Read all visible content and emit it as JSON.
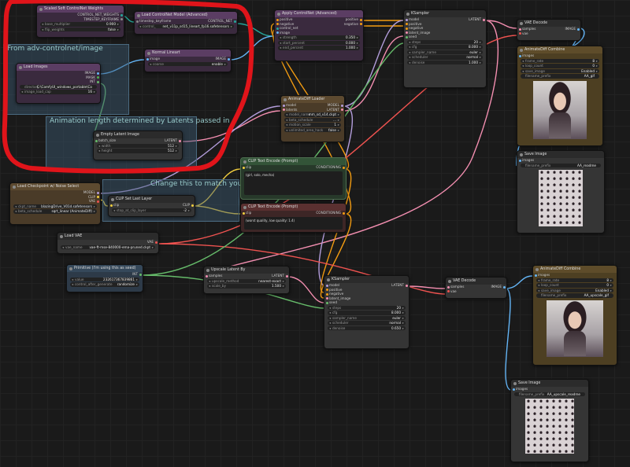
{
  "groups": {
    "controlnet": "From adv-controlnet/image",
    "animation_length": "Animation length determined by Latents passed in",
    "model": "Change this to match your model reqs"
  },
  "nodes": {
    "scaled_soft": {
      "title": "Scaled Soft ControlNet Weights",
      "outputs": [
        "CONTROL_NET_WEIGHTS",
        "TIMESTEP_KEYFRAME"
      ],
      "widgets": [
        {
          "k": "base_multiplier",
          "v": "0.900"
        },
        {
          "k": "flip_weights",
          "v": "false"
        }
      ]
    },
    "load_cn": {
      "title": "Load ControlNet Model (Advanced)",
      "inputs": [
        "timestep_keyframe"
      ],
      "outputs": [
        "CONTROL_NET"
      ],
      "widgets": [
        {
          "k": "control_",
          "v": "net_v11p_sd15_lineart_fp16.safetensors"
        }
      ]
    },
    "apply_cn": {
      "title": "Apply ControlNet (Advanced)",
      "inputs": [
        "positive",
        "negative",
        "control_net",
        "image"
      ],
      "outputs": [
        "positive",
        "negative"
      ],
      "widgets": [
        {
          "k": "strength",
          "v": "0.350"
        },
        {
          "k": "start_percent",
          "v": "0.000"
        },
        {
          "k": "end_percent",
          "v": "1.000"
        }
      ]
    },
    "ksampler1": {
      "title": "KSampler",
      "inputs": [
        "model",
        "positive",
        "negative",
        "latent_image",
        "seed"
      ],
      "outputs": [
        "LATENT"
      ],
      "widgets": [
        {
          "k": "steps",
          "v": "20"
        },
        {
          "k": "cfg",
          "v": "8.000"
        },
        {
          "k": "sampler_name",
          "v": "euler"
        },
        {
          "k": "scheduler",
          "v": "normal"
        },
        {
          "k": "denoise",
          "v": "1.000"
        }
      ]
    },
    "vae_decode1": {
      "title": "VAE Decode",
      "inputs": [
        "samples",
        "vae"
      ],
      "outputs": [
        "IMAGE"
      ]
    },
    "combine1": {
      "title": "AnimateDiff Combine",
      "inputs": [
        "images"
      ],
      "widgets": [
        {
          "k": "frame_rate",
          "v": "8"
        },
        {
          "k": "loop_count",
          "v": "0"
        },
        {
          "k": "save_image",
          "v": "Enabled"
        },
        {
          "k": "filename_prefix",
          "v": "AA_gif"
        }
      ]
    },
    "load_images": {
      "title": "Load Images",
      "outputs": [
        "IMAGE",
        "MASK",
        "INT"
      ],
      "widgets": [
        {
          "k": "directory",
          "v": "C:\\ComfyUI_windows_portable\\Co"
        },
        {
          "k": "image_load_cap",
          "v": "16"
        }
      ]
    },
    "normal_lineart": {
      "title": "Normal Lineart",
      "inputs": [
        "image"
      ],
      "outputs": [
        "IMAGE"
      ],
      "widgets": [
        {
          "k": "coarse",
          "v": "enable"
        }
      ]
    },
    "animatediff_loader": {
      "title": "AnimateDiff Loader",
      "inputs": [
        "model",
        "latents"
      ],
      "outputs": [
        "MODEL",
        "LATENT"
      ],
      "widgets": [
        {
          "k": "model_name",
          "v": "mm_sd_v14.ckpt"
        },
        {
          "k": "beta_schedule",
          "v": "…"
        },
        {
          "k": "motion_scale",
          "v": "1"
        },
        {
          "k": "unlimited_area_hack",
          "v": "false"
        }
      ]
    },
    "empty_latent": {
      "title": "Empty Latent Image",
      "inputs": [
        "batch_size"
      ],
      "outputs": [
        "LATENT"
      ],
      "widgets": [
        {
          "k": "width",
          "v": "512"
        },
        {
          "k": "height",
          "v": "512"
        }
      ]
    },
    "save_image1": {
      "title": "Save Image",
      "inputs": [
        "images"
      ],
      "widgets": [
        {
          "k": "filename_prefix",
          "v": "AA_readme"
        }
      ]
    },
    "clip_pos": {
      "title": "CLIP Text Encode (Prompt)",
      "inputs": [
        "clip"
      ],
      "outputs": [
        "CONDITIONING"
      ],
      "text": "(girl, solo, mecha)"
    },
    "load_ckpt": {
      "title": "Load Checkpoint w/ Noise Select",
      "outputs": [
        "MODEL",
        "CLIP",
        "VAE"
      ],
      "widgets": [
        {
          "k": "ckpt_name",
          "v": "blazingDrive_V01d.safetensors"
        },
        {
          "k": "beta_schedule",
          "v": "sqrt_linear (AnimateDiff)"
        }
      ]
    },
    "clip_last": {
      "title": "CLIP Set Last Layer",
      "inputs": [
        "clip"
      ],
      "outputs": [
        "CLIP"
      ],
      "widgets": [
        {
          "k": "stop_at_clip_layer",
          "v": "-2"
        }
      ]
    },
    "clip_neg": {
      "title": "CLIP Text Encode (Prompt)",
      "inputs": [
        "clip"
      ],
      "outputs": [
        "CONDITIONING"
      ],
      "text": "(worst quality, low quality: 1.4)"
    },
    "load_vae": {
      "title": "Load VAE",
      "outputs": [
        "VAE"
      ],
      "widgets": [
        {
          "k": "vae_name",
          "v": "vae-ft-mse-840000-ema-pruned.ckpt"
        }
      ]
    },
    "primitive": {
      "title": "Primitive (I'm using this as seed)",
      "outputs": [
        "INT"
      ],
      "widgets": [
        {
          "k": "value",
          "v": "232617367839861"
        },
        {
          "k": "control_after_generate",
          "v": "randomize"
        }
      ]
    },
    "upscale_latent": {
      "title": "Upscale Latent By",
      "inputs": [
        "samples"
      ],
      "outputs": [
        "LATENT"
      ],
      "widgets": [
        {
          "k": "upscale_method",
          "v": "nearest-exact"
        },
        {
          "k": "scale_by",
          "v": "1.500"
        }
      ]
    },
    "ksampler2": {
      "title": "KSampler",
      "inputs": [
        "model",
        "positive",
        "negative",
        "latent_image",
        "seed"
      ],
      "outputs": [
        "LATENT"
      ],
      "widgets": [
        {
          "k": "steps",
          "v": "20"
        },
        {
          "k": "cfg",
          "v": "8.000"
        },
        {
          "k": "sampler_name",
          "v": "euler"
        },
        {
          "k": "scheduler",
          "v": "normal"
        },
        {
          "k": "denoise",
          "v": "0.650"
        }
      ]
    },
    "vae_decode2": {
      "title": "VAE Decode",
      "inputs": [
        "samples",
        "vae"
      ],
      "outputs": [
        "IMAGE"
      ]
    },
    "combine2": {
      "title": "AnimateDiff Combine",
      "inputs": [
        "images"
      ],
      "widgets": [
        {
          "k": "frame_rate",
          "v": "8"
        },
        {
          "k": "loop_count",
          "v": "0"
        },
        {
          "k": "save_image",
          "v": "Enabled"
        },
        {
          "k": "filename_prefix",
          "v": "AA_upscale_gif"
        }
      ]
    },
    "save_image2": {
      "title": "Save Image",
      "inputs": [
        "images"
      ],
      "widgets": [
        {
          "k": "filename_prefix",
          "v": "AA_upscale_readme"
        }
      ]
    }
  },
  "colors": {
    "highlight": "#e0141a",
    "wire_model": "#b39ddb",
    "wire_clip": "#f4d03f",
    "wire_conditioning": "#f39c12",
    "wire_latent": "#f48fb1",
    "wire_image": "#64b5f6",
    "wire_vae": "#ef5350",
    "wire_int": "#66bb6a",
    "wire_control": "#26a69a"
  }
}
